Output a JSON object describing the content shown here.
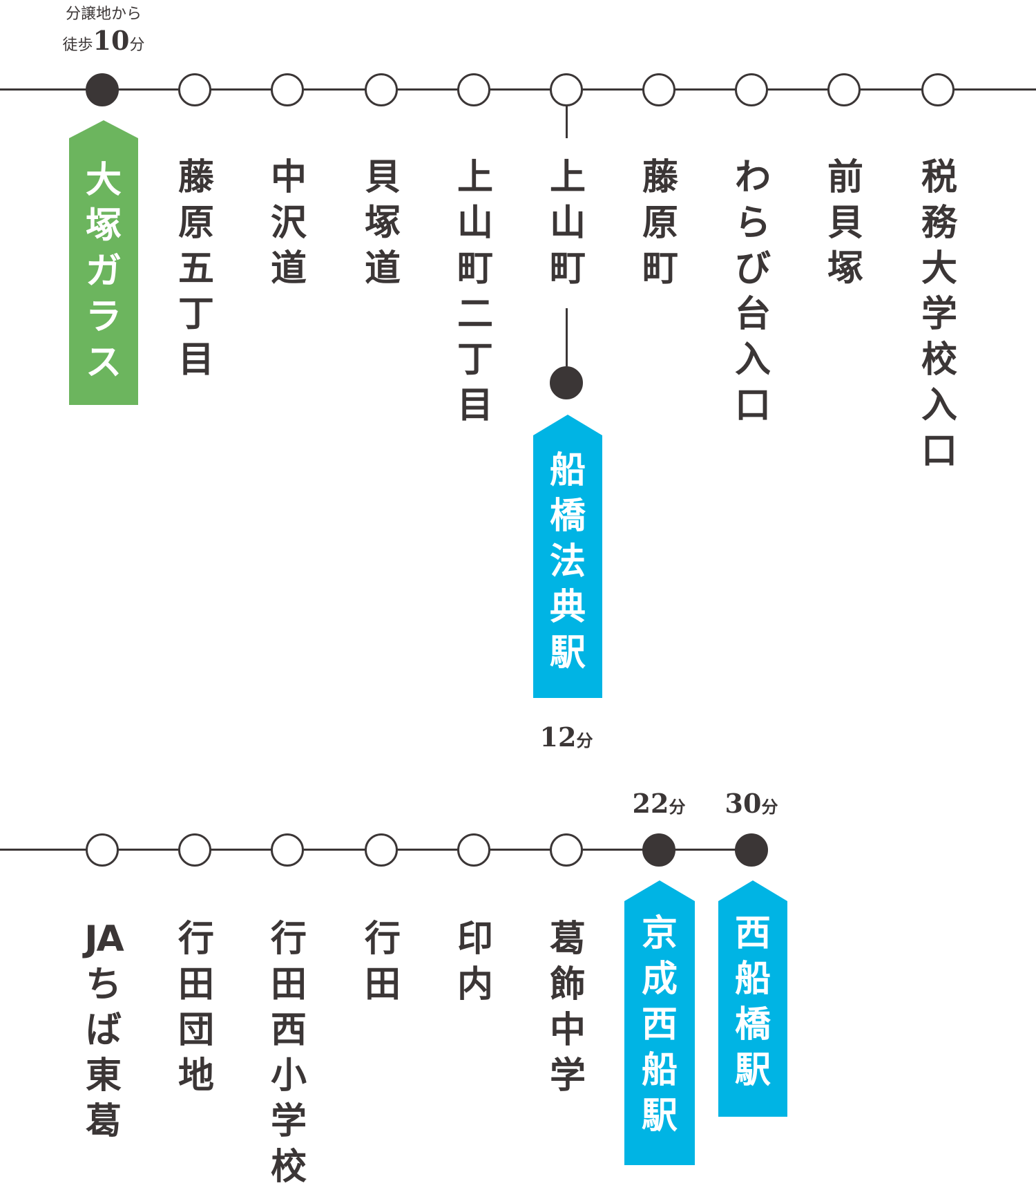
{
  "colors": {
    "line": "#3b3636",
    "green": "#6cb55e",
    "blue": "#00b4e4"
  },
  "walk_note": {
    "line1": "分譲地から",
    "prefix": "徒歩",
    "minutes": "10",
    "unit": "分"
  },
  "route1": {
    "stops": [
      "大塚ガラス",
      "藤原五丁目",
      "中沢道",
      "貝塚道",
      "上山町二丁目",
      "上山町",
      "藤原町",
      "わらび台入口",
      "前貝塚",
      "税務大学校入口"
    ],
    "highlight": "大塚ガラス",
    "branch_label": "船橋法典駅",
    "branch_time": {
      "num": "12",
      "unit": "分"
    }
  },
  "route2": {
    "stops": [
      "JAちば東葛",
      "行田団地",
      "行田西小学校",
      "行田",
      "印内",
      "葛飾中学"
    ],
    "stations": [
      {
        "label": "京成西船駅",
        "num": "22",
        "unit": "分"
      },
      {
        "label": "西船橋駅",
        "num": "30",
        "unit": "分"
      }
    ]
  }
}
